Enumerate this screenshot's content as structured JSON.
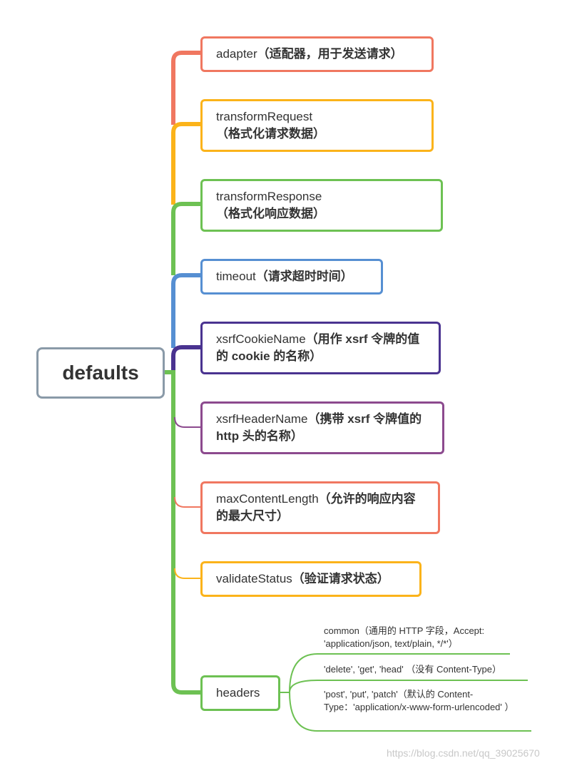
{
  "root": {
    "label": "defaults"
  },
  "nodes": [
    {
      "name": "adapter",
      "label": "adapter",
      "note": "（适配器，用于发送请求）",
      "color": "#f07760"
    },
    {
      "name": "transformRequest",
      "label": "transformRequest",
      "note": "（格式化请求数据）",
      "color": "#fbb31a"
    },
    {
      "name": "transformResponse",
      "label": "transformResponse",
      "note": "（格式化响应数据）",
      "color": "#6dc153"
    },
    {
      "name": "timeout",
      "label": "timeout",
      "note": "（请求超时时间）",
      "color": "#568fd2"
    },
    {
      "name": "xsrfCookieName",
      "label": "xsrfCookieName",
      "note": "（用作 xsrf 令牌的值的 cookie 的名称）",
      "color": "#4a3390"
    },
    {
      "name": "xsrfHeaderName",
      "label": "xsrfHeaderName",
      "note": "（携带 xsrf 令牌值的 http 头的名称）",
      "color": "#8c4a8e"
    },
    {
      "name": "maxContentLength",
      "label": "maxContentLength",
      "note": "（允许的响应内容的最大尺寸）",
      "color": "#f07760"
    },
    {
      "name": "validateStatus",
      "label": "validateStatus",
      "note": "（验证请求状态）",
      "color": "#fbb31a"
    },
    {
      "name": "headers",
      "label": "headers",
      "note": "",
      "color": "#6dc153"
    }
  ],
  "headers_children": [
    {
      "text": "common（通用的 HTTP 字段，Accept: 'application/json, text/plain, */*'）"
    },
    {
      "text": "'delete', 'get', 'head' （没有 Content-Type）"
    },
    {
      "text": "'post', 'put', 'patch'（默认的 Content-Type：'application/x-www-form-urlencoded' ）"
    }
  ],
  "watermark": "https://blog.csdn.net/qq_39025670"
}
